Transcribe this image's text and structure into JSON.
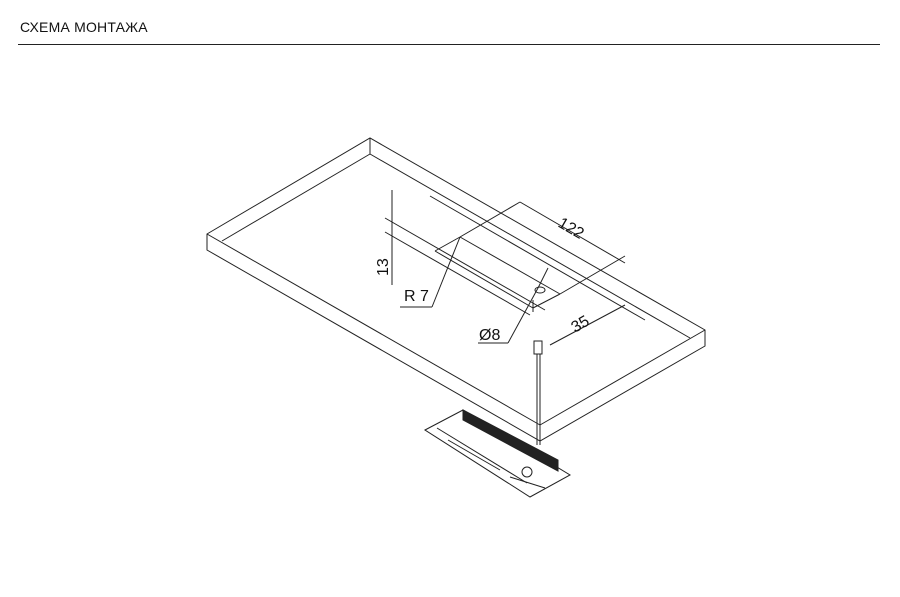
{
  "header": {
    "title": "СХЕМА МОНТАЖА"
  },
  "dimensions": {
    "length": "122",
    "offset": "35",
    "depth": "13",
    "radius": "R 7",
    "hole_diameter": "Ø8"
  }
}
